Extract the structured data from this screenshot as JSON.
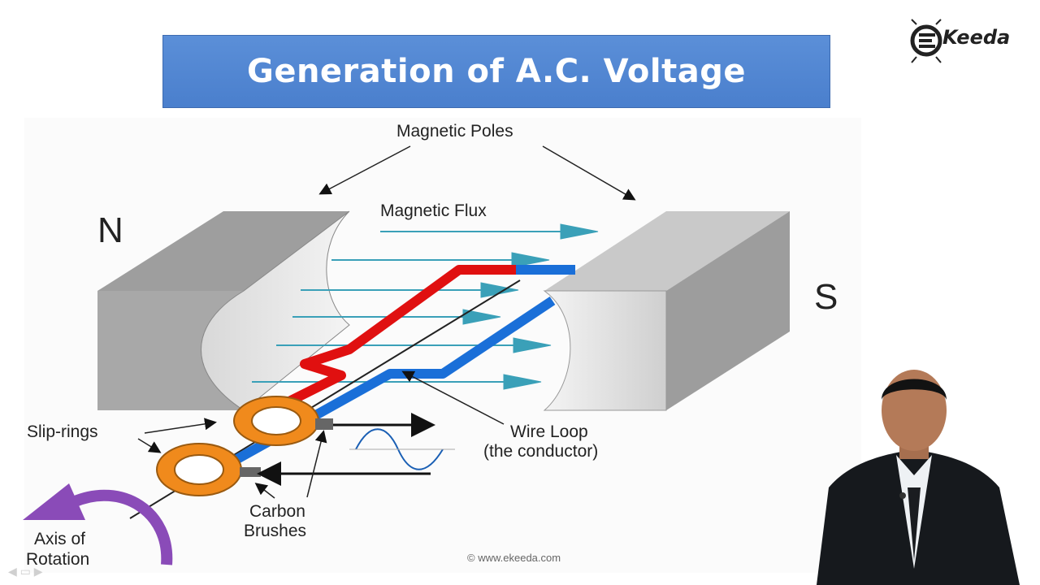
{
  "title": "Generation of A.C. Voltage",
  "logo_text": "Keeda",
  "labels": {
    "magnetic_poles": "Magnetic Poles",
    "magnetic_flux": "Magnetic Flux",
    "north": "N",
    "south": "S",
    "slip_rings": "Slip-rings",
    "wire_loop_1": "Wire Loop",
    "wire_loop_2": "(the conductor)",
    "carbon_1": "Carbon",
    "carbon_2": "Brushes",
    "axis_1": "Axis of",
    "axis_2": "Rotation"
  },
  "copyright": "© www.ekeeda.com",
  "colors": {
    "title_bg": "#4a7fcd",
    "wire_red": "#e01010",
    "wire_blue": "#1a6fd8",
    "flux_arrow": "#3aa0b8",
    "slip_ring": "#f08a1c",
    "axis_arrow": "#8a4bb8"
  }
}
